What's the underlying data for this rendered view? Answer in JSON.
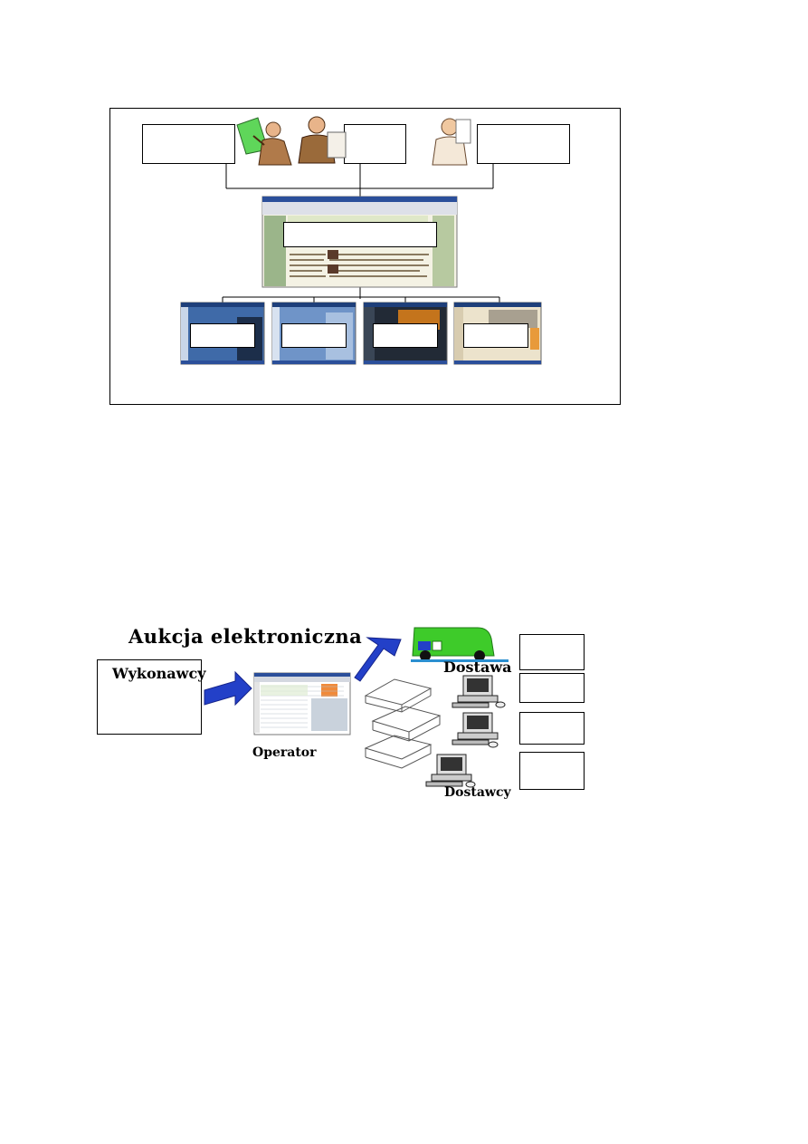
{
  "auction": {
    "title": "Aukcja elektroniczna",
    "contractors_label": "Wykonawcy",
    "operator_label": "Operator",
    "delivery_label": "Dostawa",
    "suppliers_label": "Dostawcy"
  },
  "colors": {
    "arrow_blue": "#2340c8",
    "van_green": "#3ecb2a",
    "highlight_green": "#5fd65a"
  }
}
